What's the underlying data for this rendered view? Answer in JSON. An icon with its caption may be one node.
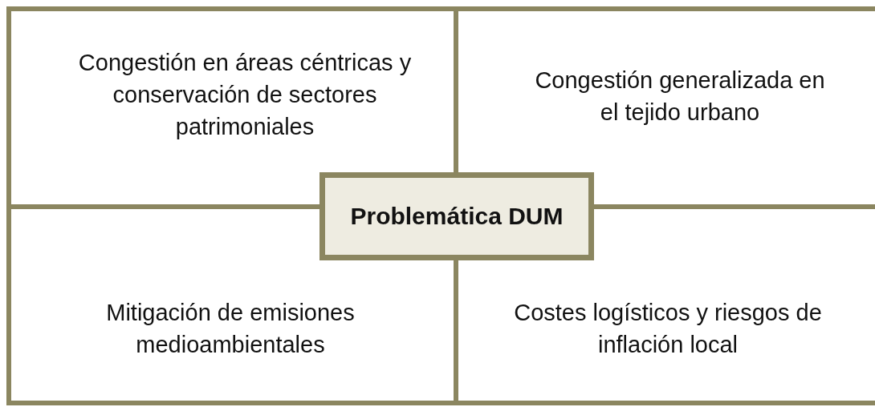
{
  "diagram": {
    "nodes": [
      {
        "text": [
          "Congestión en áreas céntricas y conservación de sectores patrimoniales"
        ]
      },
      {
        "text": [
          "Congestión generalizada en el tejido urbano"
        ]
      },
      {
        "text": [
          "Problemática DUM"
        ]
      },
      {
        "text": [
          "Mitigación de emisiones medioambientales"
        ]
      },
      {
        "text": [
          "Costes logísticos y riesgos de inflación local"
        ]
      }
    ],
    "edges": []
  }
}
